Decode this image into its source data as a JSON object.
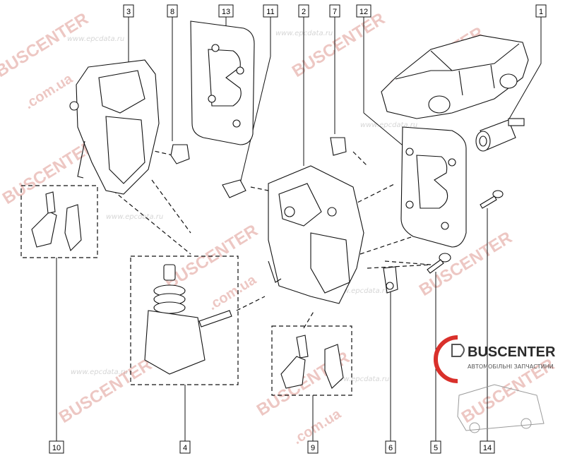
{
  "callouts": {
    "c1": "1",
    "c2": "2",
    "c3": "3",
    "c4": "4",
    "c5": "5",
    "c6": "6",
    "c7": "7",
    "c8": "8",
    "c9": "9",
    "c10": "10",
    "c11": "11",
    "c12": "12",
    "c13": "13",
    "c14": "14"
  },
  "watermarks": {
    "brand": "BUSCENTER",
    "domain": ".com.ua",
    "url": "www.epcdata.ru"
  },
  "logo": {
    "name": "BUSCENTER",
    "subtitle": "АВТОМОБІЛЬНІ ЗАПЧАСТИНИ"
  },
  "colors": {
    "ink": "#111111",
    "watermark_red": "#c0392b",
    "logo_red": "#d9302b"
  },
  "icons": [
    "car-icon",
    "door-lock-icon",
    "actuator-icon",
    "striker-plate-icon",
    "connector-icon"
  ]
}
